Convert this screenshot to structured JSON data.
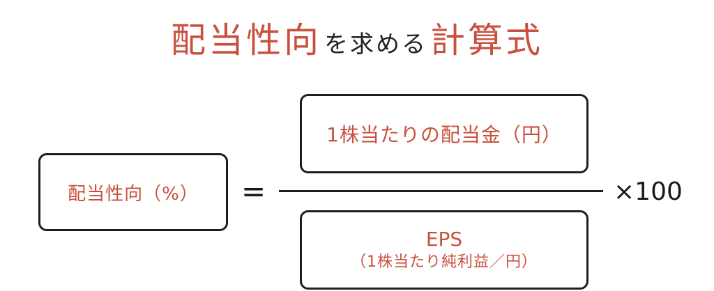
{
  "title": {
    "part1": "配当性向",
    "part2": "を求める",
    "part3": "計算式"
  },
  "formula": {
    "left": "配当性向（%）",
    "equals": "=",
    "numerator": "1株当たりの配当金（円）",
    "denominator_line1": "EPS",
    "denominator_line2": "（1株当たり純利益／円）",
    "multiplier": "×100"
  },
  "colors": {
    "accent": "#c9503f",
    "text": "#1a1a1a",
    "border": "#1e1e1e"
  }
}
